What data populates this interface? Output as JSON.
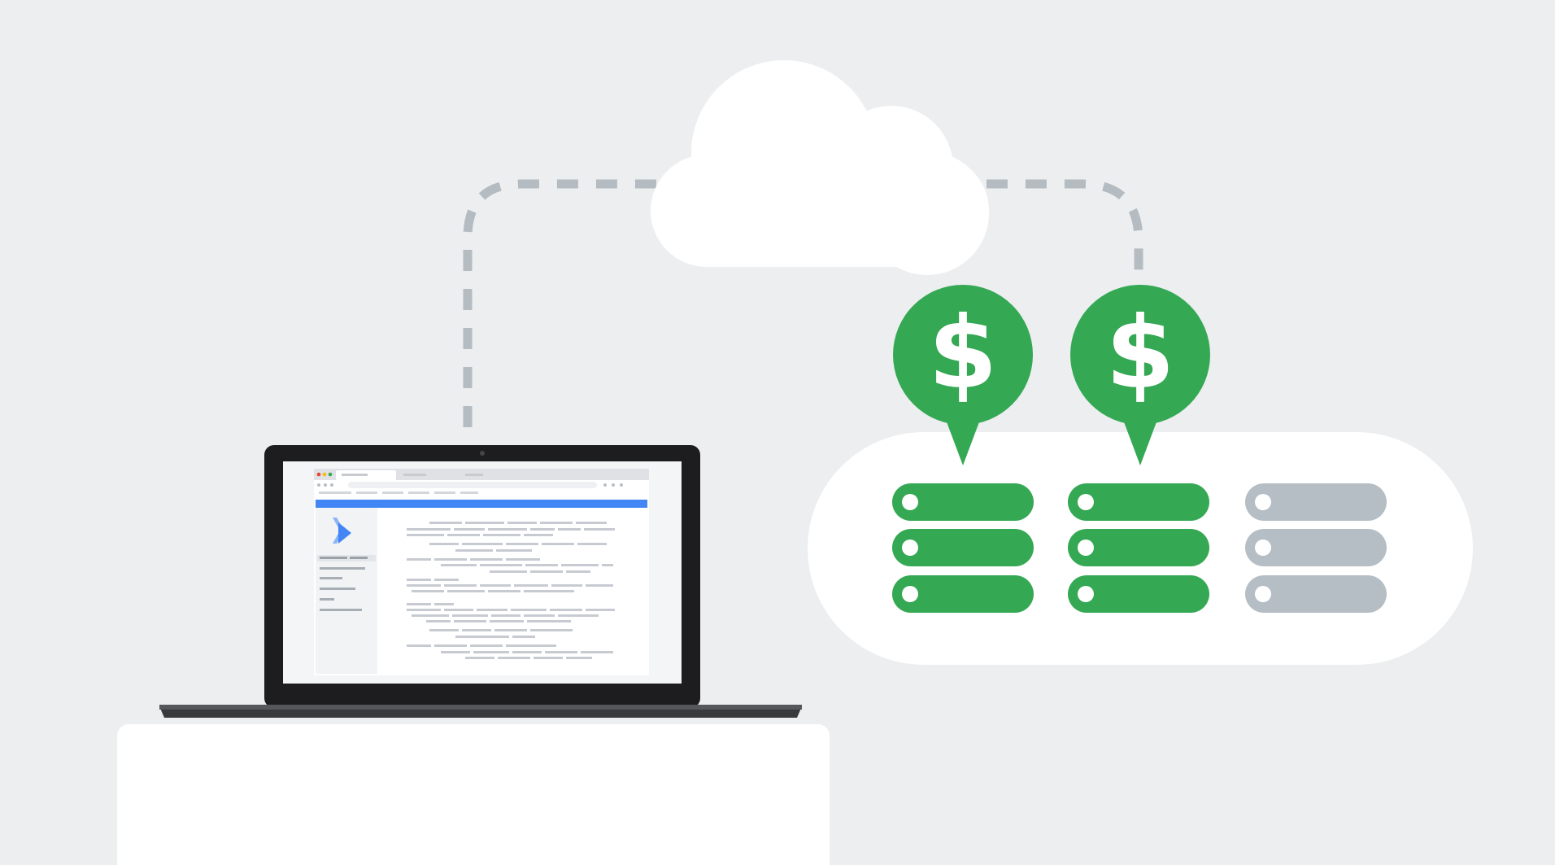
{
  "scene": {
    "colors": {
      "background": "#ECEEF0",
      "white": "#FFFFFF",
      "green": "#34A853",
      "gray_server": "#B6BEC5",
      "dash_line": "#B4BCC2",
      "laptop_bezel": "#1D1D1F",
      "browser_accent": "#4285F4"
    },
    "cost_badges": [
      {
        "symbol": "$",
        "icon": "dollar-icon"
      },
      {
        "symbol": "$",
        "icon": "dollar-icon"
      }
    ],
    "servers": [
      {
        "status": "active",
        "icon": "server-icon"
      },
      {
        "status": "active",
        "icon": "server-icon"
      },
      {
        "status": "idle",
        "icon": "server-icon"
      }
    ],
    "cloud": {
      "icon": "cloud-icon"
    },
    "laptop": {
      "icon": "laptop-icon",
      "screen_logo": "cloud-run-logo-icon"
    }
  }
}
